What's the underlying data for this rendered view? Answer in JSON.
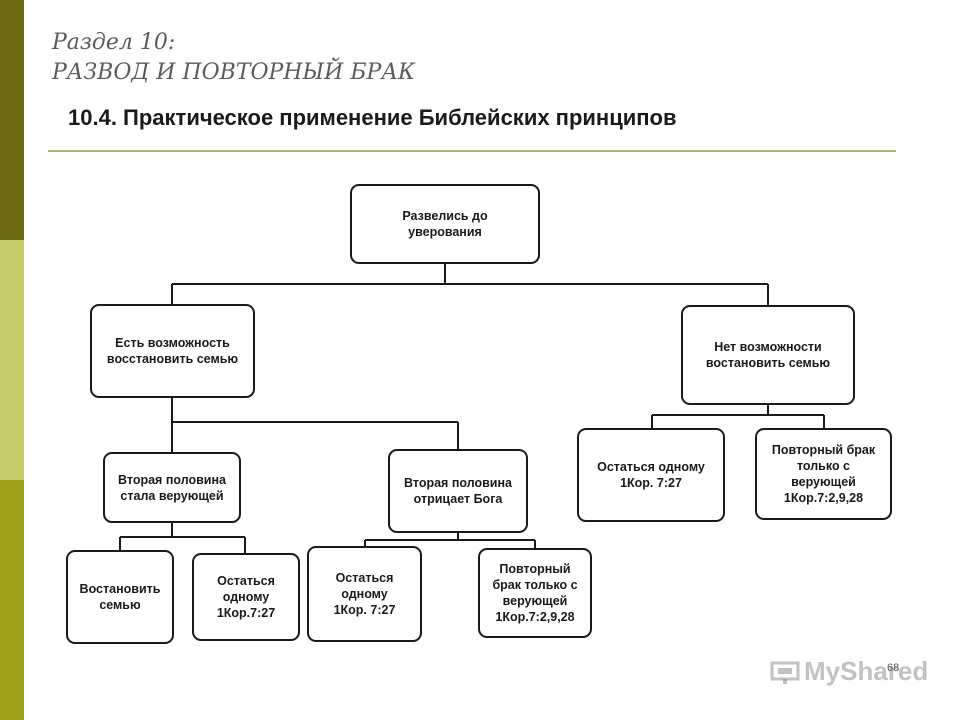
{
  "header": {
    "section_number": "Раздел 10:",
    "section_title": "РАЗВОД И ПОВТОРНЫЙ БРАК",
    "slide_title": "10.4. Практическое применение Библейских принципов"
  },
  "diagram": {
    "root": "Развелись до\nуверования",
    "left_branch": "Есть возможность\nвосстановить семью",
    "right_branch": "Нет возможности\nвостановить семью",
    "left_believer": "Вторая половина\nстала верующей",
    "left_denies": "Вторая половина\nотрицает Бога",
    "restore": "Востановить\nсемью",
    "stay_single_a": "Остаться\nодному\n1Кор.7:27",
    "stay_single_b": "Остаться\nодному\n1Кор. 7:27",
    "remarry_a": "Повторный\nбрак только с\nверующей\n1Кор.7:2,9,28",
    "stay_single_c": "Остаться одному\n1Кор. 7:27",
    "remarry_b": "Повторный брак\nтолько с\nверующей\n1Кор.7:2,9,28"
  },
  "footer": {
    "page_number": "68",
    "watermark": "MyShared"
  },
  "colors": {
    "bar_dark": "#6b6b14",
    "bar_light": "#c9cc6a",
    "bar_mid": "#9da11a",
    "rule": "#b7b55c"
  }
}
